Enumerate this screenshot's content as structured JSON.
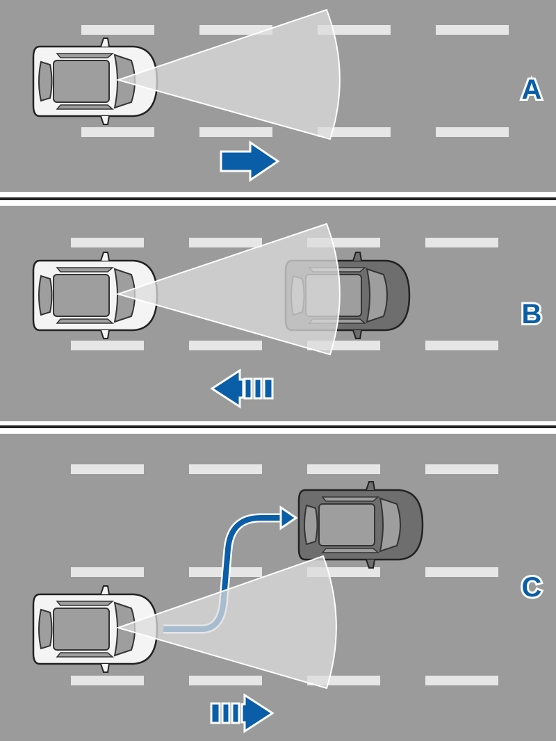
{
  "panels": [
    {
      "label": "A"
    },
    {
      "label": "B"
    },
    {
      "label": "C"
    }
  ],
  "colors": {
    "road": "#9b9b9b",
    "lane_mark": "#e6e6e6",
    "arrow": "#0a5ea8",
    "car_own": "#f4f4f4",
    "car_other": "#6e6e6e",
    "sensor_cone": "#dcdcdc"
  }
}
